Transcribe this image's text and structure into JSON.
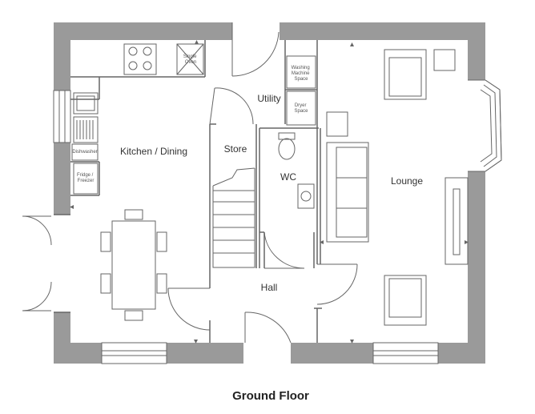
{
  "title": "Ground Floor",
  "rooms": {
    "kitchen_dining": "Kitchen / Dining",
    "store": "Store",
    "utility": "Utility",
    "wc": "WC",
    "lounge": "Lounge",
    "hall": "Hall"
  },
  "fixtures": {
    "single_oven": [
      "Single",
      "Oven"
    ],
    "washing_machine": [
      "Washing",
      "Machine",
      "Space"
    ],
    "dryer": [
      "Dryer",
      "Space"
    ],
    "dishwasher": "Dishwasher",
    "fridge_freezer": [
      "Fridge /",
      "Freezer"
    ]
  },
  "colors": {
    "wall": "#9a9a9a",
    "line": "#666666",
    "background": "#ffffff"
  }
}
